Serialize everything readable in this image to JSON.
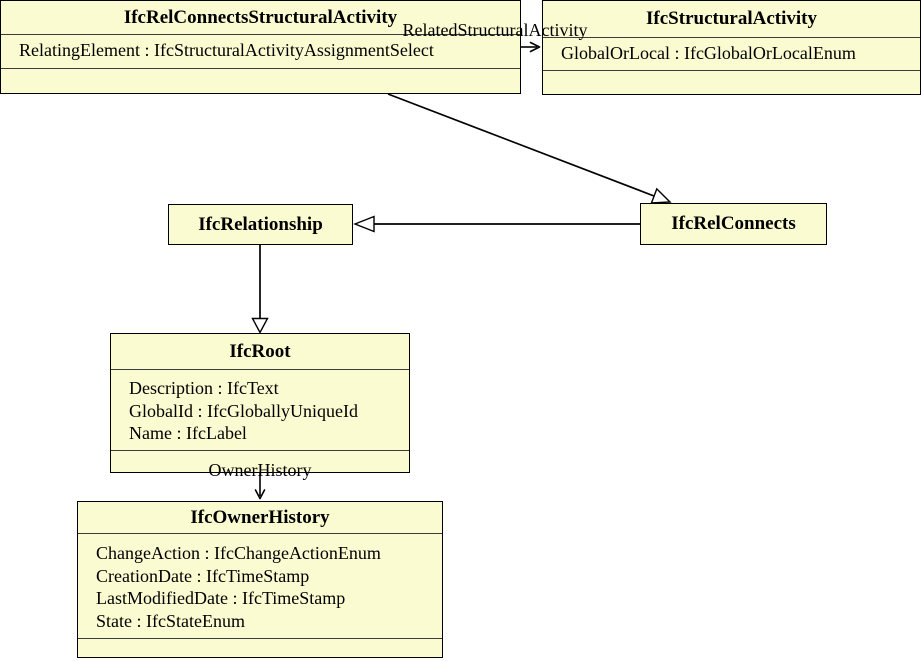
{
  "diagram": {
    "type": "uml-class-diagram",
    "colors": {
      "class_fill": "#FBFBD1",
      "class_border": "#000000",
      "connector": "#000000",
      "background": "#FFFFFF"
    },
    "classes": [
      {
        "name": "IfcRelConnectsStructuralActivity",
        "attributes": [
          "RelatingElement : IfcStructuralActivityAssignmentSelect"
        ]
      },
      {
        "name": "IfcStructuralActivity",
        "attributes": [
          "GlobalOrLocal : IfcGlobalOrLocalEnum"
        ]
      },
      {
        "name": "IfcRelationship",
        "attributes": []
      },
      {
        "name": "IfcRelConnects",
        "attributes": []
      },
      {
        "name": "IfcRoot",
        "attributes": [
          "Description : IfcText",
          "GlobalId : IfcGloballyUniqueId",
          "Name : IfcLabel"
        ]
      },
      {
        "name": "IfcOwnerHistory",
        "attributes": [
          "ChangeAction : IfcChangeActionEnum",
          "CreationDate : IfcTimeStamp",
          "LastModifiedDate : IfcTimeStamp",
          "State : IfcStateEnum"
        ]
      }
    ],
    "relations": [
      {
        "type": "association",
        "from": "IfcRelConnectsStructuralActivity",
        "to": "IfcStructuralActivity",
        "label": "RelatedStructuralActivity"
      },
      {
        "type": "generalization",
        "from": "IfcRelConnectsStructuralActivity",
        "to": "IfcRelConnects",
        "label": ""
      },
      {
        "type": "generalization",
        "from": "IfcRelConnects",
        "to": "IfcRelationship",
        "label": ""
      },
      {
        "type": "generalization",
        "from": "IfcRelationship",
        "to": "IfcRoot",
        "label": ""
      },
      {
        "type": "association",
        "from": "IfcRoot",
        "to": "IfcOwnerHistory",
        "label": "OwnerHistory"
      }
    ]
  }
}
